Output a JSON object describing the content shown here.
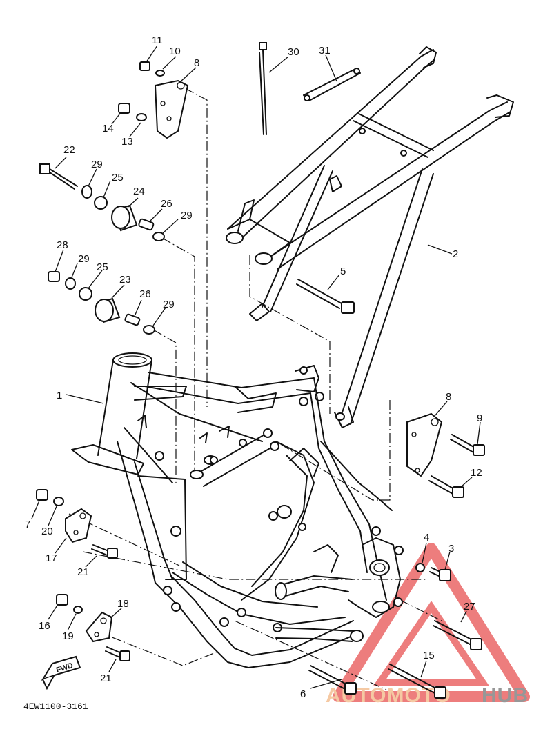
{
  "callouts": [
    {
      "id": "1",
      "text": "1"
    },
    {
      "id": "2",
      "text": "2"
    },
    {
      "id": "3",
      "text": "3"
    },
    {
      "id": "4",
      "text": "4"
    },
    {
      "id": "5",
      "text": "5"
    },
    {
      "id": "6",
      "text": "6"
    },
    {
      "id": "7",
      "text": "7"
    },
    {
      "id": "8a",
      "text": "8"
    },
    {
      "id": "8b",
      "text": "8"
    },
    {
      "id": "9",
      "text": "9"
    },
    {
      "id": "10",
      "text": "10"
    },
    {
      "id": "11",
      "text": "11"
    },
    {
      "id": "12",
      "text": "12"
    },
    {
      "id": "13",
      "text": "13"
    },
    {
      "id": "14",
      "text": "14"
    },
    {
      "id": "15",
      "text": "15"
    },
    {
      "id": "16",
      "text": "16"
    },
    {
      "id": "17",
      "text": "17"
    },
    {
      "id": "18",
      "text": "18"
    },
    {
      "id": "19",
      "text": "19"
    },
    {
      "id": "20",
      "text": "20"
    },
    {
      "id": "21a",
      "text": "21"
    },
    {
      "id": "21b",
      "text": "21"
    },
    {
      "id": "22",
      "text": "22"
    },
    {
      "id": "23",
      "text": "23"
    },
    {
      "id": "24",
      "text": "24"
    },
    {
      "id": "25a",
      "text": "25"
    },
    {
      "id": "25b",
      "text": "25"
    },
    {
      "id": "26a",
      "text": "26"
    },
    {
      "id": "26b",
      "text": "26"
    },
    {
      "id": "27",
      "text": "27"
    },
    {
      "id": "28",
      "text": "28"
    },
    {
      "id": "29a",
      "text": "29"
    },
    {
      "id": "29b",
      "text": "29"
    },
    {
      "id": "29c",
      "text": "29"
    },
    {
      "id": "29d",
      "text": "29"
    },
    {
      "id": "30",
      "text": "30"
    },
    {
      "id": "31",
      "text": "31"
    }
  ],
  "diagram_code": "4EW1100-3161",
  "fwd_label": "FWD",
  "watermark": {
    "part1": "AUTOMOTO",
    "part2": "HUB",
    "colors": {
      "triangle": "#ec6f6f",
      "text1": "#f4c49a",
      "text2": "#8c8c8c"
    }
  }
}
